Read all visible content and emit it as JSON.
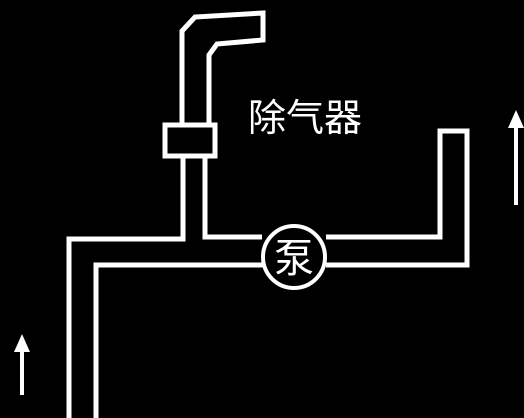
{
  "labels": {
    "deaerator": "除气器",
    "pump": "泵"
  },
  "colors": {
    "background": "#000000",
    "line": "#ffffff"
  },
  "flow_arrows": [
    {
      "name": "inlet-flow-arrow",
      "direction": "up"
    },
    {
      "name": "outlet-flow-arrow",
      "direction": "up"
    }
  ]
}
